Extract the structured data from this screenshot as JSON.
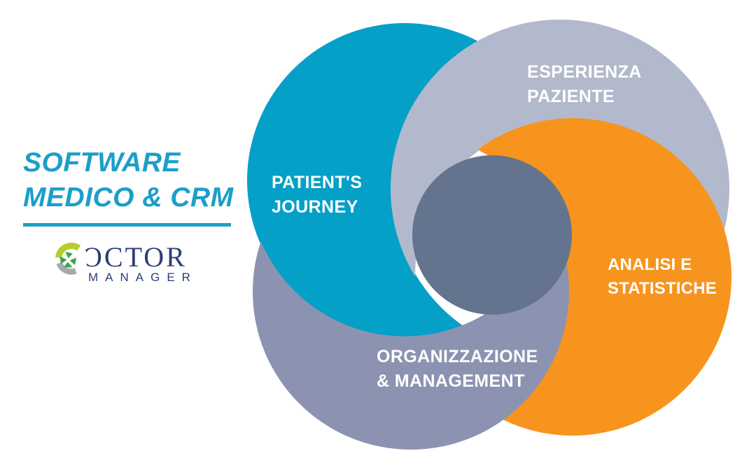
{
  "header": {
    "title_line1": "SOFTWARE",
    "title_line2": "MEDICO & CRM",
    "title_color": "#1B9FC9",
    "divider_color": "#1B9FC9"
  },
  "logo": {
    "alt": "DOCTOR MANAGER",
    "wordmark": "OCTOR",
    "subtext": "MANAGER",
    "navy": "#2B3E76",
    "lime": "#B8CC2E",
    "green": "#3FA347",
    "gray": "#A7AAAD",
    "icon": "doctor-manager-circle-icon"
  },
  "diagram": {
    "center_color": "#64748E",
    "label_color": "#FFFFFF",
    "circles": [
      {
        "id": "patients-journey",
        "label_line1": "PATIENT'S",
        "label_line2": "JOURNEY",
        "color": "#05A0C7"
      },
      {
        "id": "esperienza-paziente",
        "label_line1": "ESPERIENZA",
        "label_line2": "PAZIENTE",
        "color": "#B3B9CC"
      },
      {
        "id": "analisi-statistiche",
        "label_line1": "ANALISI E",
        "label_line2": "STATISTICHE",
        "color": "#F7941E"
      },
      {
        "id": "organizzazione-management",
        "label_line1": "ORGANIZZAZIONE",
        "label_line2": "& MANAGEMENT",
        "color": "#8C93B1"
      }
    ]
  }
}
